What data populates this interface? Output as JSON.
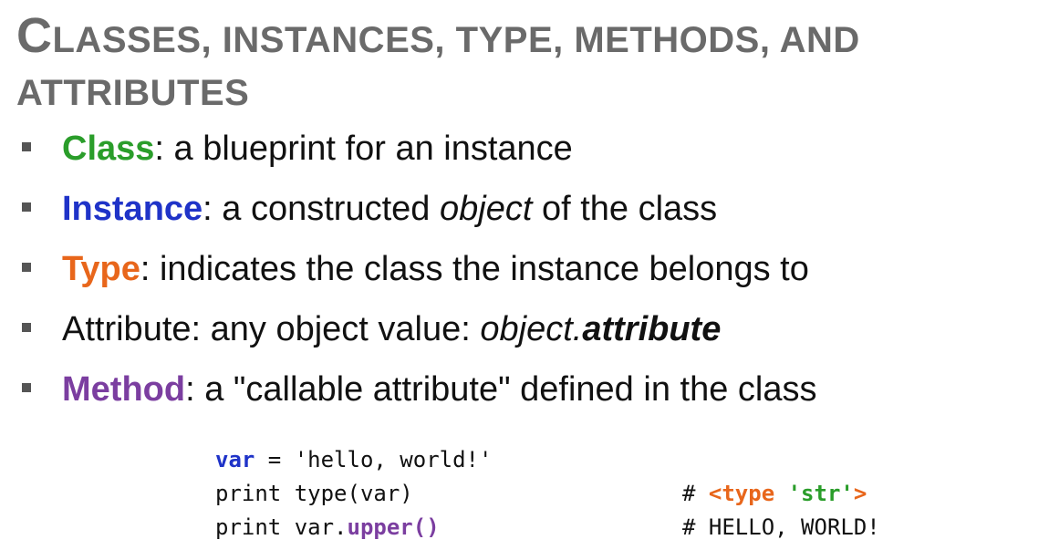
{
  "slide": {
    "title_cap": "C",
    "title_rest": "lasses, Instances, Type, Methods, and Attributes"
  },
  "bullets": [
    {
      "term": "Class",
      "term_color": "#2a9d2a",
      "text": ": a blueprint for an instance"
    },
    {
      "term": "Instance",
      "term_color": "#1f33c8",
      "text_before": ": a constructed ",
      "text_italic": "object",
      "text_after": " of the class"
    },
    {
      "term": "Type",
      "term_color": "#e8661b",
      "text": ": indicates the class the instance belongs to"
    },
    {
      "text_before": "Attribute: any object value:  ",
      "text_italic": "object.",
      "text_bold_italic": "attribute"
    },
    {
      "term": "Method",
      "term_color": "#7b3ea0",
      "text": ": a \"callable attribute\" defined in the class"
    }
  ],
  "code": {
    "line1": {
      "var": "var",
      "rest": " = 'hello, world!'"
    },
    "line2": {
      "code": "print type(var)",
      "comment_prefix": "# ",
      "type_open": "<type",
      "space": " ",
      "type_str": "'str'",
      "type_close": ">"
    },
    "line3": {
      "prefix": "print var.",
      "method": "upper()",
      "comment": "# HELLO, WORLD!"
    }
  }
}
